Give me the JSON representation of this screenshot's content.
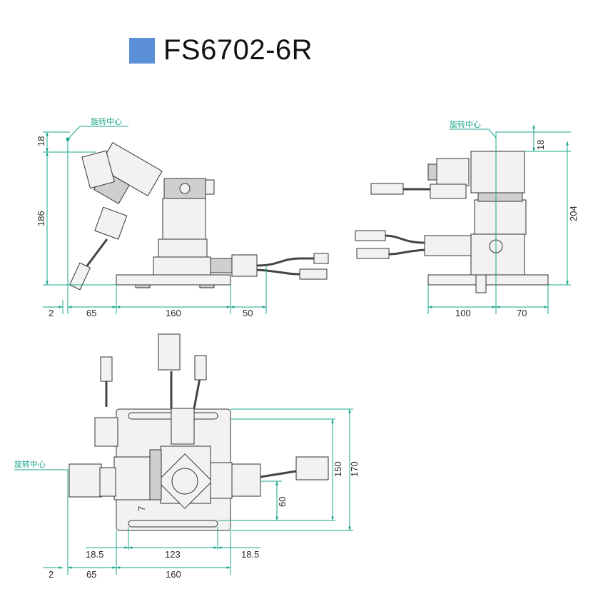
{
  "title": "FS6702-6R",
  "accent_color": "#5b8fd6",
  "dimension_color": "#1aa58c",
  "side_view": {
    "note": "旋转中心",
    "dims": {
      "top": "18",
      "height": "186",
      "offset": "2",
      "left": "65",
      "base": "160",
      "right": "50"
    }
  },
  "rear_view": {
    "note": "旋转中心",
    "dims": {
      "top": "18",
      "height": "204",
      "left": "100",
      "right": "70"
    }
  },
  "top_view": {
    "note": "旋转中心",
    "dims": {
      "depth_inner": "150",
      "depth_outer": "170",
      "center": "60",
      "offset_small": "7",
      "slot_left": "18.5",
      "slot_len": "123",
      "slot_right": "18.5",
      "offset": "2",
      "left": "65",
      "base": "160"
    }
  }
}
